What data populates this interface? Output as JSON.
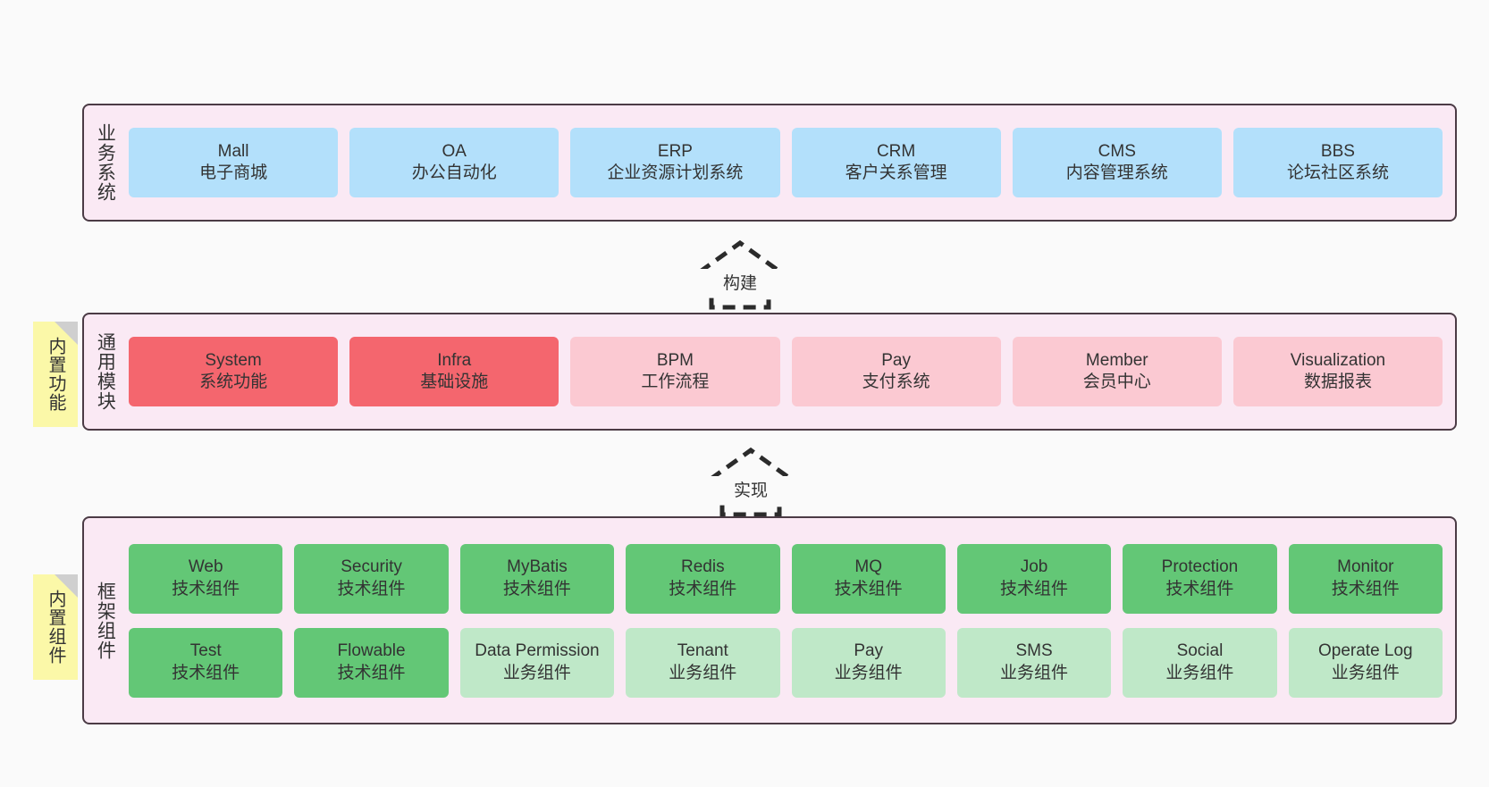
{
  "diagram": {
    "background_color": "#fafafa",
    "band_fill": "#fae9f4",
    "band_border": "#4b3b45",
    "note_fill": "#fbf8a8",
    "colors": {
      "business": "#b3e0fb",
      "module_primary": "#f4666e",
      "module_secondary": "#fbc9d2",
      "tech_component": "#63c776",
      "biz_component": "#bfe8c8"
    }
  },
  "layers": {
    "business": {
      "title": "业务系统",
      "items": [
        {
          "name": "Mall",
          "desc": "电子商城"
        },
        {
          "name": "OA",
          "desc": "办公自动化"
        },
        {
          "name": "ERP",
          "desc": "企业资源计划系统"
        },
        {
          "name": "CRM",
          "desc": "客户关系管理"
        },
        {
          "name": "CMS",
          "desc": "内容管理系统"
        },
        {
          "name": "BBS",
          "desc": "论坛社区系统"
        }
      ]
    },
    "module": {
      "title": "通用模块",
      "note": "内置功能",
      "items": [
        {
          "name": "System",
          "desc": "系统功能",
          "style": "c-red"
        },
        {
          "name": "Infra",
          "desc": "基础设施",
          "style": "c-red"
        },
        {
          "name": "BPM",
          "desc": "工作流程",
          "style": "c-pink"
        },
        {
          "name": "Pay",
          "desc": "支付系统",
          "style": "c-pink"
        },
        {
          "name": "Member",
          "desc": "会员中心",
          "style": "c-pink"
        },
        {
          "name": "Visualization",
          "desc": "数据报表",
          "style": "c-pink"
        }
      ]
    },
    "framework": {
      "title": "框架组件",
      "note": "内置组件",
      "row1": [
        {
          "name": "Web",
          "desc": "技术组件",
          "style": "c-green"
        },
        {
          "name": "Security",
          "desc": "技术组件",
          "style": "c-green"
        },
        {
          "name": "MyBatis",
          "desc": "技术组件",
          "style": "c-green"
        },
        {
          "name": "Redis",
          "desc": "技术组件",
          "style": "c-green"
        },
        {
          "name": "MQ",
          "desc": "技术组件",
          "style": "c-green"
        },
        {
          "name": "Job",
          "desc": "技术组件",
          "style": "c-green"
        },
        {
          "name": "Protection",
          "desc": "技术组件",
          "style": "c-green"
        },
        {
          "name": "Monitor",
          "desc": "技术组件",
          "style": "c-green"
        }
      ],
      "row2": [
        {
          "name": "Test",
          "desc": "技术组件",
          "style": "c-green"
        },
        {
          "name": "Flowable",
          "desc": "技术组件",
          "style": "c-green"
        },
        {
          "name": "Data Permission",
          "desc": "业务组件",
          "style": "c-lgreen"
        },
        {
          "name": "Tenant",
          "desc": "业务组件",
          "style": "c-lgreen"
        },
        {
          "name": "Pay",
          "desc": "业务组件",
          "style": "c-lgreen"
        },
        {
          "name": "SMS",
          "desc": "业务组件",
          "style": "c-lgreen"
        },
        {
          "name": "Social",
          "desc": "业务组件",
          "style": "c-lgreen"
        },
        {
          "name": "Operate Log",
          "desc": "业务组件",
          "style": "c-lgreen"
        }
      ]
    }
  },
  "arrows": [
    {
      "label": "构建"
    },
    {
      "label": "实现"
    }
  ]
}
